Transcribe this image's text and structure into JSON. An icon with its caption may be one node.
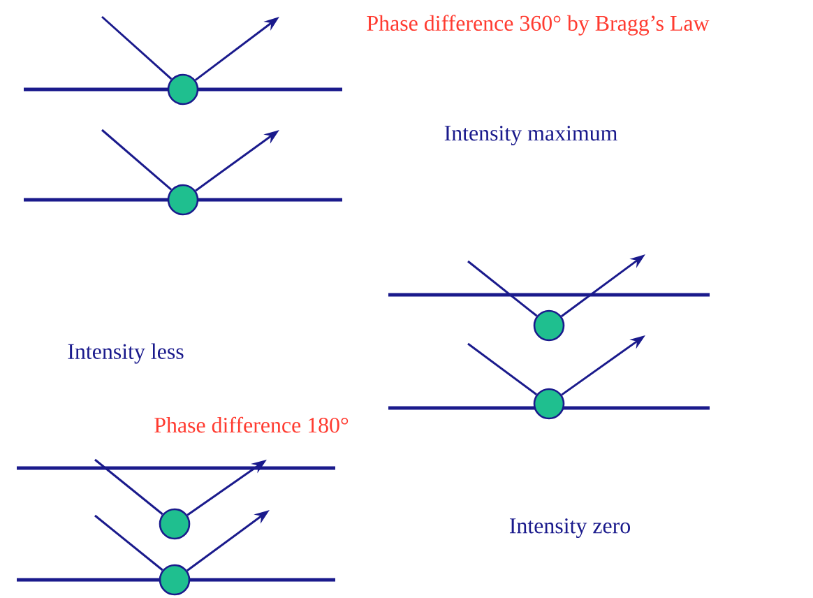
{
  "diagram": {
    "nodes": [
      {
        "text": [],
        "shape": "circle"
      },
      {
        "text": [],
        "shape": "circle"
      },
      {
        "text": [],
        "shape": "circle"
      },
      {
        "text": [],
        "shape": "circle"
      },
      {
        "text": [],
        "shape": "circle"
      },
      {
        "text": [],
        "shape": "circle"
      }
    ],
    "edges": [
      {
        "from": null,
        "to": 0,
        "arrow": "none"
      },
      {
        "from": 0,
        "to": null,
        "arrow": "to"
      },
      {
        "from": null,
        "to": 1,
        "arrow": "none"
      },
      {
        "from": 1,
        "to": null,
        "arrow": "to"
      },
      {
        "from": null,
        "to": 2,
        "arrow": "none"
      },
      {
        "from": 2,
        "to": null,
        "arrow": "to"
      },
      {
        "from": null,
        "to": 3,
        "arrow": "none"
      },
      {
        "from": 3,
        "to": null,
        "arrow": "to"
      },
      {
        "from": null,
        "to": 4,
        "arrow": "none"
      },
      {
        "from": 4,
        "to": null,
        "arrow": "to"
      },
      {
        "from": null,
        "to": 5,
        "arrow": "none"
      },
      {
        "from": 5,
        "to": null,
        "arrow": "to"
      }
    ],
    "labels": [
      "Phase difference 360° by Bragg’s Law",
      "Intensity maximum",
      "Intensity less",
      "Phase difference 180°",
      "Intensity zero"
    ]
  }
}
